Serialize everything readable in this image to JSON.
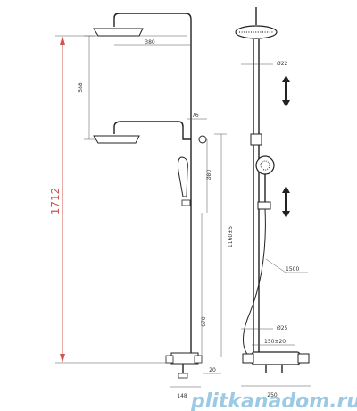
{
  "dimensions": {
    "total_height": "1712",
    "arm_length": "380",
    "head_spacing": "588",
    "offset_76": "76",
    "height_880": "Ø80",
    "diagonal": "1160±5",
    "lower": "670",
    "depth_20": "20",
    "base_148": "148",
    "pipe_22": "Ø22",
    "pipe_25": "Ø25",
    "centers": "150±20",
    "hose": "1500",
    "width_250": "250"
  },
  "watermark": "plitkanadom.ru",
  "colors": {
    "line": "#444444",
    "accent": "#d0554f",
    "watermark": "#4a9fcf"
  }
}
